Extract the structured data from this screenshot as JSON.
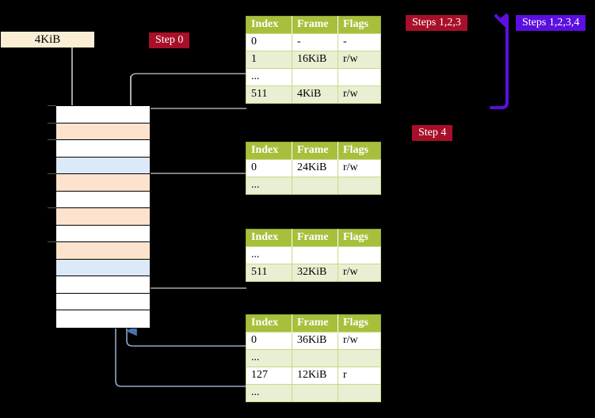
{
  "badges": {
    "step0": "Step 0",
    "steps123": "Steps 1,2,3",
    "steps1234": "Steps 1,2,3,4",
    "step4": "Step 4"
  },
  "colors": {
    "badge_red": "#a80f28",
    "badge_purple": "#5b0fe0",
    "table_header": "#a6c03b",
    "table_alt_row": "#e9efd2",
    "highlight_cell": "#fbf7a8",
    "frame_orange": "#fde3cd",
    "frame_blue": "#dce9f8",
    "label_box": "#faefd4",
    "connector_gray": "#b8b8b8",
    "connector_blue": "#7a9fd0",
    "arrow_purple": "#5b0fe0"
  },
  "label_box": {
    "text": "4KiB"
  },
  "memory_grid": {
    "rows": [
      {
        "fill": "white",
        "tick": true
      },
      {
        "fill": "orange",
        "tick": true
      },
      {
        "fill": "white",
        "tick": true
      },
      {
        "fill": "blue",
        "tick": false
      },
      {
        "fill": "orange",
        "tick": true
      },
      {
        "fill": "white",
        "tick": false
      },
      {
        "fill": "orange",
        "tick": true
      },
      {
        "fill": "white",
        "tick": false
      },
      {
        "fill": "orange",
        "tick": true
      },
      {
        "fill": "blue",
        "tick": false
      },
      {
        "fill": "white",
        "tick": false
      },
      {
        "fill": "white",
        "tick": false
      },
      {
        "fill": "white",
        "tick": false
      }
    ]
  },
  "tables": [
    {
      "id": "table-0",
      "headers": [
        "Index",
        "Frame",
        "Flags"
      ],
      "rows": [
        {
          "cells": [
            "0",
            "-",
            "-"
          ],
          "alt": false,
          "highlight": false
        },
        {
          "cells": [
            "1",
            "16KiB",
            "r/w"
          ],
          "alt": true,
          "highlight": false
        },
        {
          "cells": [
            "...",
            "",
            ""
          ],
          "alt": false,
          "highlight": false
        },
        {
          "cells": [
            "511",
            "4KiB",
            "r/w"
          ],
          "alt": true,
          "highlight": true
        }
      ]
    },
    {
      "id": "table-1",
      "headers": [
        "Index",
        "Frame",
        "Flags"
      ],
      "rows": [
        {
          "cells": [
            "0",
            "24KiB",
            "r/w"
          ],
          "alt": false,
          "highlight": false
        },
        {
          "cells": [
            "...",
            "",
            ""
          ],
          "alt": true,
          "highlight": false
        }
      ]
    },
    {
      "id": "table-2",
      "headers": [
        "Index",
        "Frame",
        "Flags"
      ],
      "rows": [
        {
          "cells": [
            "...",
            "",
            ""
          ],
          "alt": false,
          "highlight": false
        },
        {
          "cells": [
            "511",
            "32KiB",
            "r/w"
          ],
          "alt": true,
          "highlight": false
        }
      ]
    },
    {
      "id": "table-3",
      "headers": [
        "Index",
        "Frame",
        "Flags"
      ],
      "rows": [
        {
          "cells": [
            "0",
            "36KiB",
            "r/w"
          ],
          "alt": false,
          "highlight": false
        },
        {
          "cells": [
            "...",
            "",
            ""
          ],
          "alt": true,
          "highlight": false
        },
        {
          "cells": [
            "127",
            "12KiB",
            "r"
          ],
          "alt": false,
          "highlight": false
        },
        {
          "cells": [
            "...",
            "",
            ""
          ],
          "alt": true,
          "highlight": false
        }
      ]
    }
  ]
}
